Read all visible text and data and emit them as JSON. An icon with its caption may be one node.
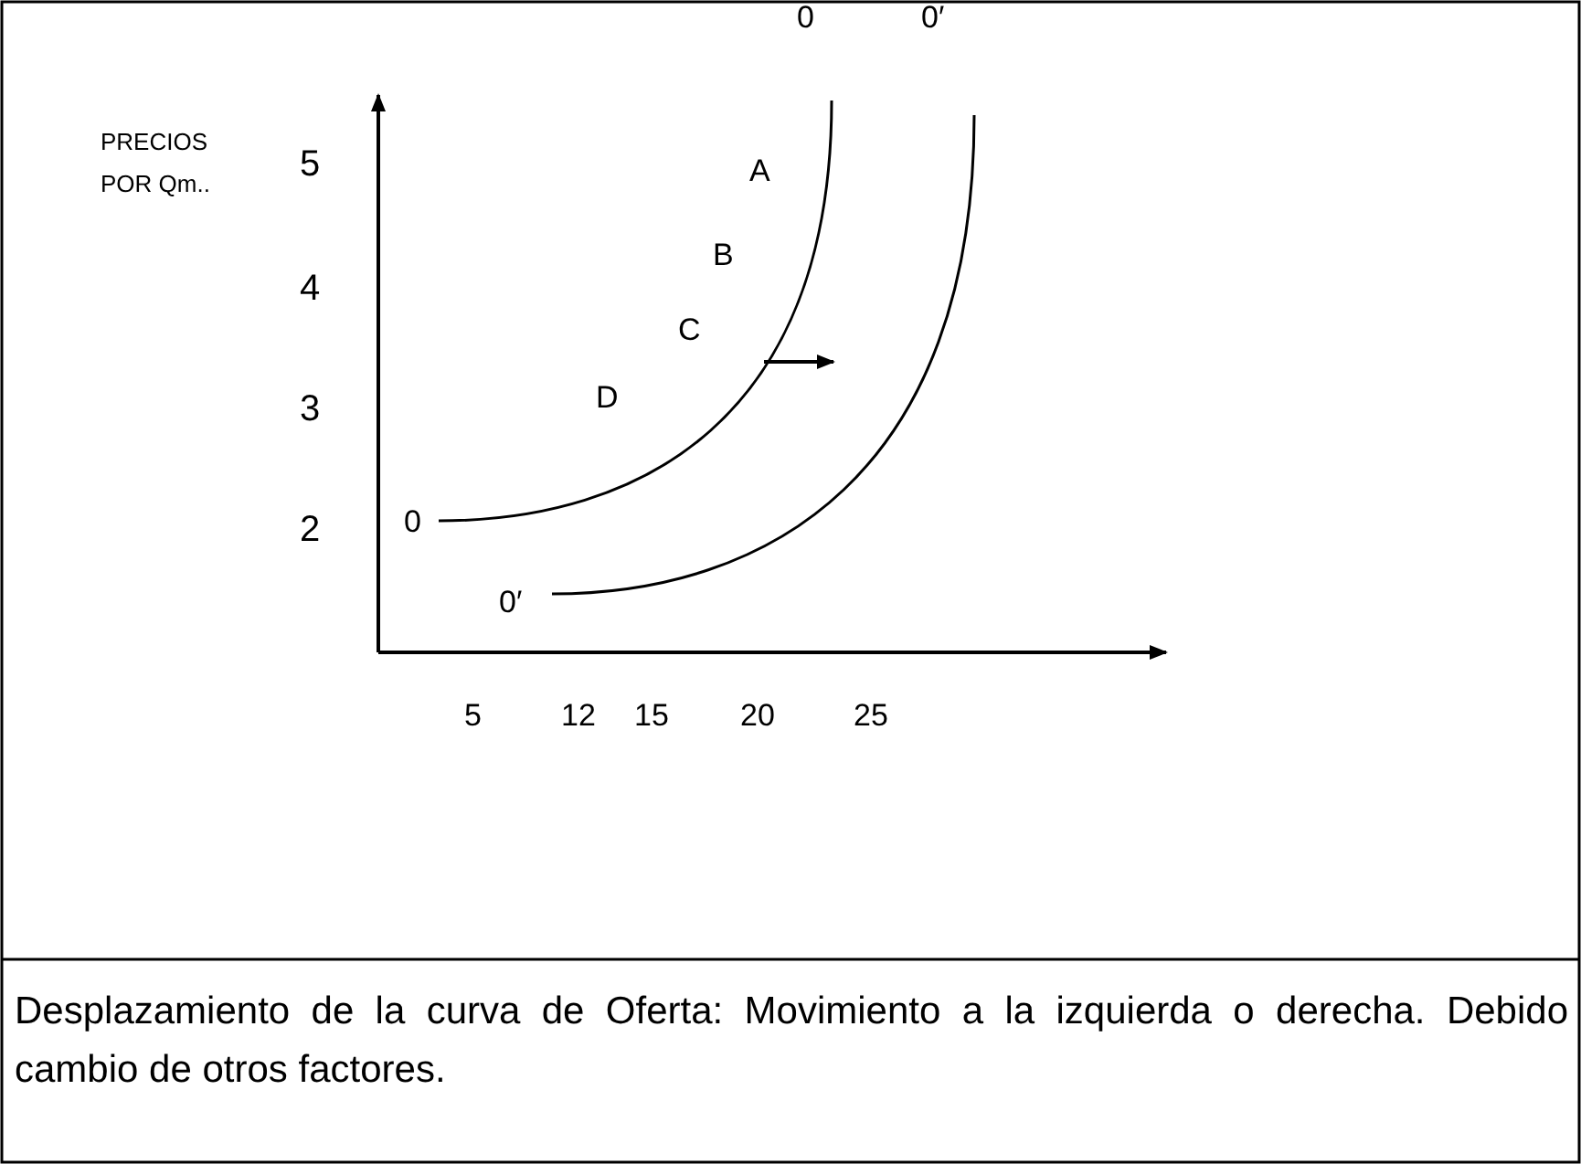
{
  "diagram": {
    "caption": "Desplazamiento de la curva de Oferta: Movimiento a la izquierda o derecha. Debido cambio de otros factores.",
    "labels": [
      "PRECIOS POR Qm..",
      "0",
      "0′",
      "5",
      "A",
      "B",
      "4",
      "C",
      "3",
      "D",
      "2",
      "0",
      "0′",
      "5",
      "12",
      "15",
      "20",
      "25"
    ]
  }
}
